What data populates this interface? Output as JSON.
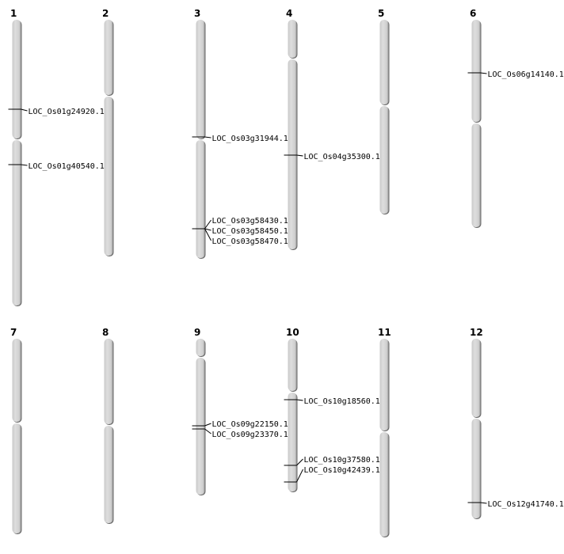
{
  "chromosomes": [
    {
      "label": "1",
      "markers": [
        "LOC_Os01g24920.1",
        "LOC_Os01g40540.1"
      ]
    },
    {
      "label": "2",
      "markers": []
    },
    {
      "label": "3",
      "markers": [
        "LOC_Os03g31944.1",
        "LOC_Os03g58430.1",
        "LOC_Os03g58450.1",
        "LOC_Os03g58470.1"
      ]
    },
    {
      "label": "4",
      "markers": [
        "LOC_Os04g35300.1"
      ]
    },
    {
      "label": "5",
      "markers": []
    },
    {
      "label": "6",
      "markers": [
        "LOC_Os06g14140.1"
      ]
    },
    {
      "label": "7",
      "markers": []
    },
    {
      "label": "8",
      "markers": []
    },
    {
      "label": "9",
      "markers": [
        "LOC_Os09g22150.1",
        "LOC_Os09g23370.1"
      ]
    },
    {
      "label": "10",
      "markers": [
        "LOC_Os10g18560.1",
        "LOC_Os10g37580.1",
        "LOC_Os10g42439.1"
      ]
    },
    {
      "label": "11",
      "markers": []
    },
    {
      "label": "12",
      "markers": [
        "LOC_Os12g41740.1"
      ]
    }
  ],
  "colors": {
    "chromosome": "#d4d4d4",
    "shadow": "#6e6e6e",
    "marker": "#000000"
  }
}
